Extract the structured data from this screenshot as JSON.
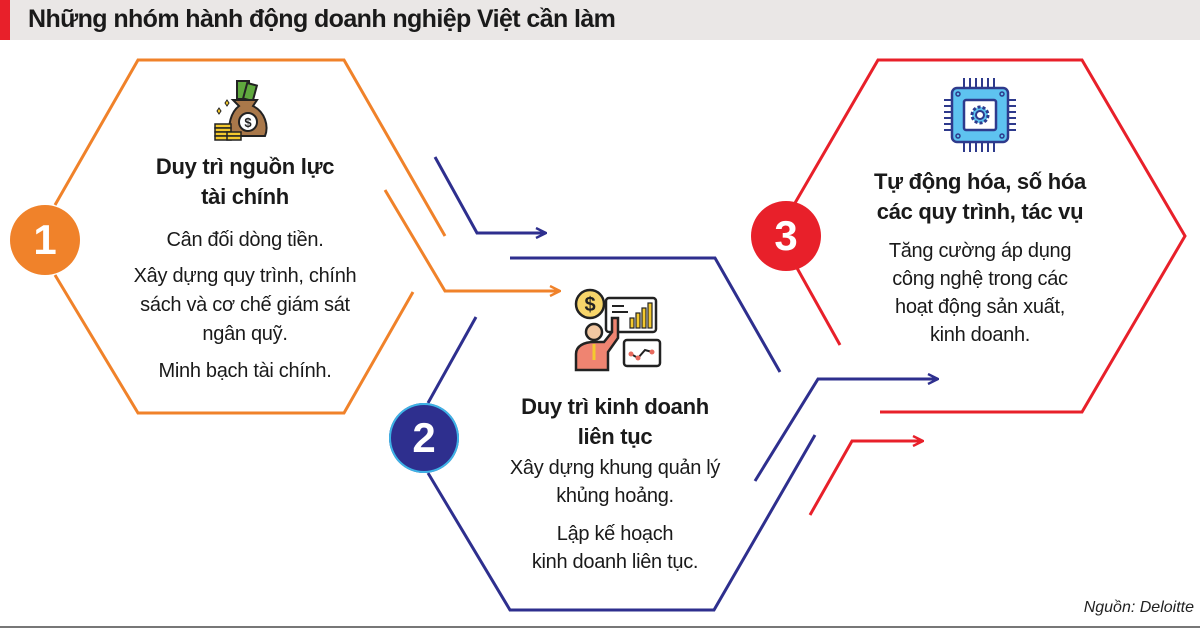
{
  "header": {
    "title": "Những nhóm hành động doanh nghiệp Việt cần làm",
    "accent_color": "#E8202A",
    "background_color": "#EAE7E6"
  },
  "colors": {
    "orange": "#F0822A",
    "navy": "#2E2F8E",
    "red": "#E8202A"
  },
  "groups": [
    {
      "number": "1",
      "icon": "money-bag-icon",
      "title_line1": "Duy trì nguồn lực",
      "title_line2": "tài chính",
      "paragraphs": [
        [
          "Cân đối dòng tiền."
        ],
        [
          "Xây dựng quy trình, chính",
          "sách và cơ chế giám sát",
          "ngân quỹ."
        ],
        [
          "Minh bạch tài chính."
        ]
      ]
    },
    {
      "number": "2",
      "icon": "business-presentation-icon",
      "title_line1": "Duy trì kinh doanh",
      "title_line2": "liên tục",
      "paragraphs": [
        [
          "Xây dựng khung quản lý",
          "khủng hoảng."
        ],
        [
          "Lập kế hoạch",
          "kinh doanh liên tục."
        ]
      ]
    },
    {
      "number": "3",
      "icon": "cpu-chip-gear-icon",
      "title_line1": "Tự động hóa, số hóa",
      "title_line2": "các quy trình, tác vụ",
      "paragraphs": [
        [
          "Tăng cường áp dụng",
          "công nghệ trong các",
          "hoạt động sản xuất,",
          "kinh doanh."
        ]
      ]
    }
  ],
  "footer": {
    "source": "Nguồn: Deloitte"
  }
}
